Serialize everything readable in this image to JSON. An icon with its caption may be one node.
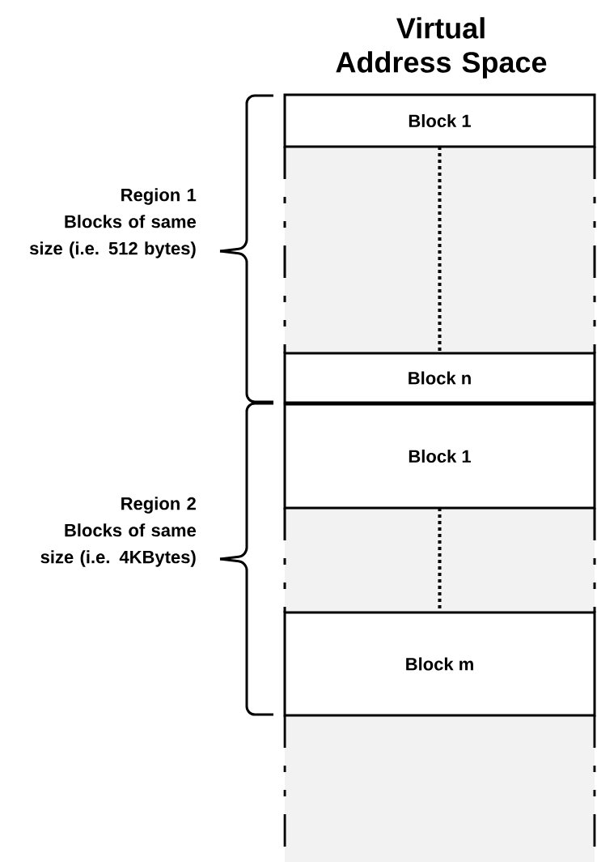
{
  "diagram": {
    "title": "Virtual Address Space",
    "nodes": [
      {
        "text": [
          "Block 1"
        ]
      },
      {
        "text": [
          "Block n"
        ]
      },
      {
        "text": [
          "Block 1"
        ]
      },
      {
        "text": [
          "Block m"
        ]
      }
    ],
    "labels": [
      "Region 1",
      "Blocks of same size (i.e. 512 bytes)",
      "Region 2",
      "Blocks of same size (i.e. 4KBytes)"
    ]
  }
}
